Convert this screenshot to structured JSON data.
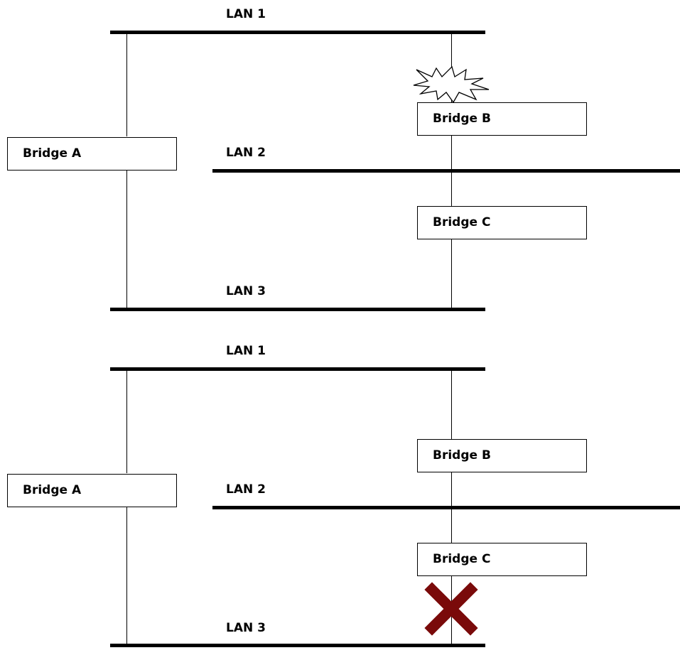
{
  "top": {
    "lan1": "LAN 1",
    "lan2": "LAN 2",
    "lan3": "LAN 3",
    "bridge_a": "Bridge A",
    "bridge_b": "Bridge B",
    "bridge_c": "Bridge C",
    "fault_icon": "failure-burst-icon"
  },
  "bottom": {
    "lan1": "LAN 1",
    "lan2": "LAN 2",
    "lan3": "LAN 3",
    "bridge_a": "Bridge A",
    "bridge_b": "Bridge B",
    "bridge_c": "Bridge C",
    "blocked_icon": "blocked-x-icon",
    "blocked_color": "#7a0a0a"
  }
}
